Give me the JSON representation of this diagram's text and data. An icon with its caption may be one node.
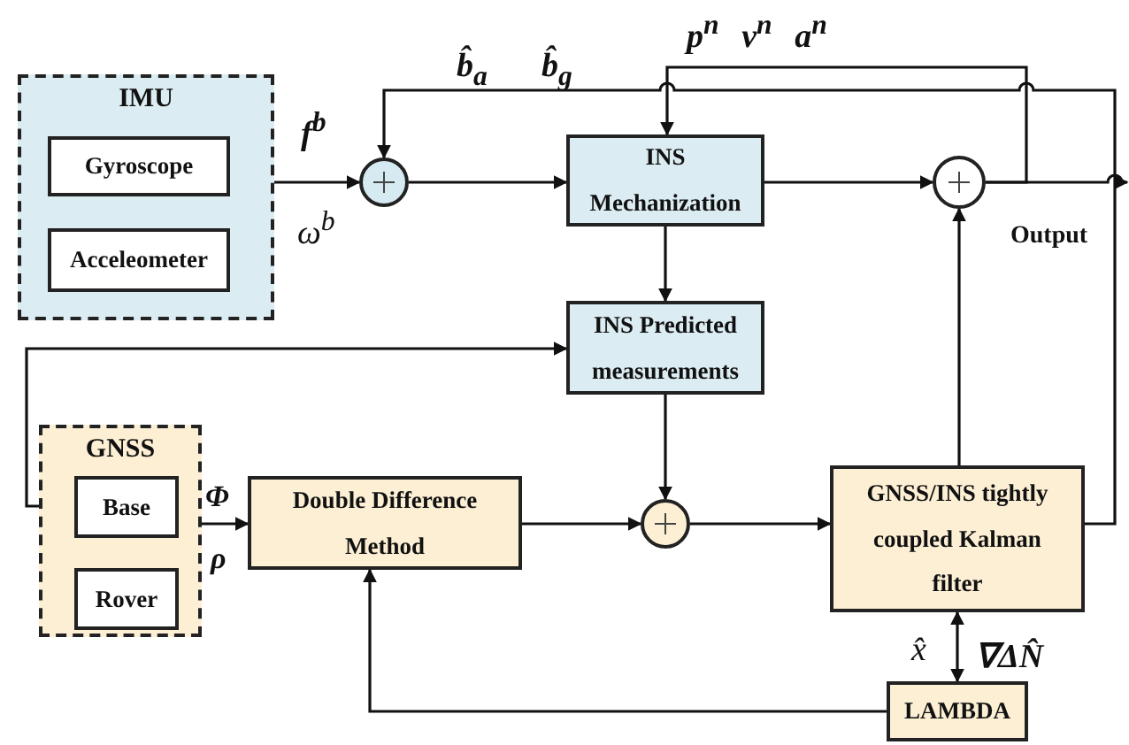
{
  "diagram": {
    "nodes": [
      {
        "text": [
          "IMU"
        ]
      },
      {
        "text": [
          "Gyroscope"
        ],
        "in": 0
      },
      {
        "text": [
          "Acceleometer"
        ],
        "in": 0
      },
      {
        "text": [],
        "shape": "circle"
      },
      {
        "text": [
          "INS Mechanization"
        ]
      },
      {
        "text": [],
        "shape": "circle"
      },
      {
        "text": [
          "INS Predicted measurements"
        ]
      },
      {
        "text": [
          "GNSS"
        ]
      },
      {
        "text": [
          "Base"
        ],
        "in": 7
      },
      {
        "text": [
          "Rover"
        ],
        "in": 7
      },
      {
        "text": [
          "Double Difference Method"
        ]
      },
      {
        "text": [],
        "shape": "circle"
      },
      {
        "text": [
          "GNSS/INS tightly coupled Kalman filter"
        ]
      },
      {
        "text": [
          "LAMBDA"
        ]
      }
    ],
    "edges": [
      {
        "from": 0,
        "to": 3,
        "arrow": "to"
      },
      {
        "from": 3,
        "to": 4,
        "arrow": "to"
      },
      {
        "from": 4,
        "to": 5,
        "arrow": "to"
      },
      {
        "from": 12,
        "to": 3,
        "arrow": "to"
      },
      {
        "from": 5,
        "to": null,
        "arrow": "to"
      },
      {
        "from": 5,
        "to": 4,
        "arrow": "to"
      },
      {
        "from": 4,
        "to": 6,
        "arrow": "to"
      },
      {
        "from": 8,
        "to": 6,
        "arrow": "to"
      },
      {
        "from": 7,
        "to": 10,
        "arrow": "to"
      },
      {
        "from": 6,
        "to": 11,
        "arrow": "to"
      },
      {
        "from": 10,
        "to": 11,
        "arrow": "to"
      },
      {
        "from": 11,
        "to": 12,
        "arrow": "to"
      },
      {
        "from": 12,
        "to": 5,
        "arrow": "to"
      },
      {
        "from": 12,
        "to": 13,
        "arrow": "both"
      },
      {
        "from": 13,
        "to": 10,
        "arrow": "to"
      }
    ],
    "labels": [
      "p$^{n}$ v$^{n}$ a$^{n}$",
      "b̂$_{a}$",
      "b̂$_{g}$",
      "f$^{b}$",
      "ω$^{b}$",
      "Output",
      "Φ",
      "ρ",
      "x̂",
      "∇ΔN̂"
    ]
  }
}
